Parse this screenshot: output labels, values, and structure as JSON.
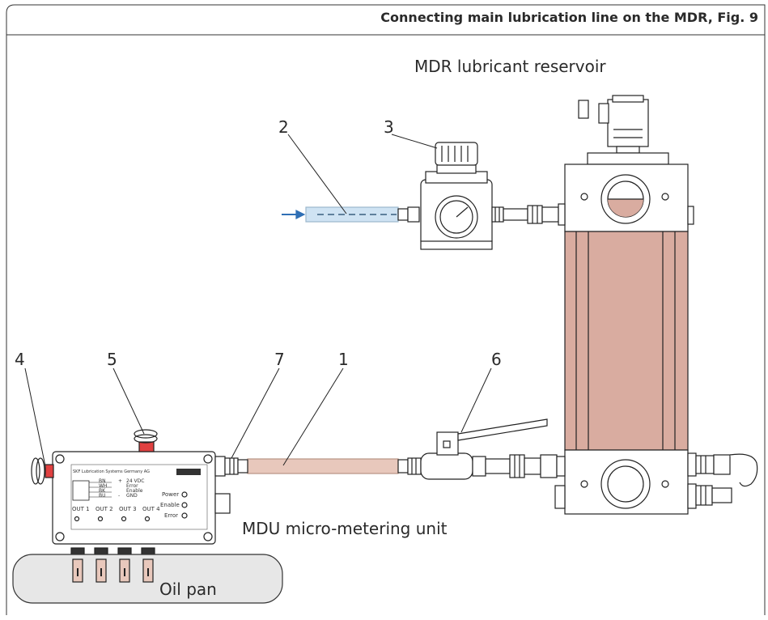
{
  "figure": {
    "title": "Connecting main lubrication line on the MDR, Fig. 9",
    "labels": {
      "reservoir": "MDR lubricant reservoir",
      "mdu": "MDU micro-metering unit",
      "oil_pan": "Oil pan"
    },
    "callouts": [
      "4",
      "5",
      "7",
      "1",
      "6",
      "2",
      "3"
    ],
    "mdu_panel": {
      "brand": "SKF Lubrication Systems Germany AG",
      "signals": [
        "24 VDC",
        "Error",
        "Enable",
        "GND"
      ],
      "wire_codes": [
        "BN",
        "WH",
        "BK",
        "BU"
      ],
      "wire_signs": [
        "+",
        "",
        "",
        "-"
      ],
      "outputs": [
        "OUT 1",
        "OUT 2",
        "OUT 3",
        "OUT 4"
      ],
      "indicators": [
        "Power",
        "Enable",
        "Error"
      ]
    },
    "colors": {
      "tube": "#e8c8bc",
      "reservoir_body": "#d9aca0",
      "air_tube": "#cfe3f3",
      "arrow": "#2f6fb5",
      "outline": "#222222",
      "fitting_red": "#e04040"
    }
  }
}
